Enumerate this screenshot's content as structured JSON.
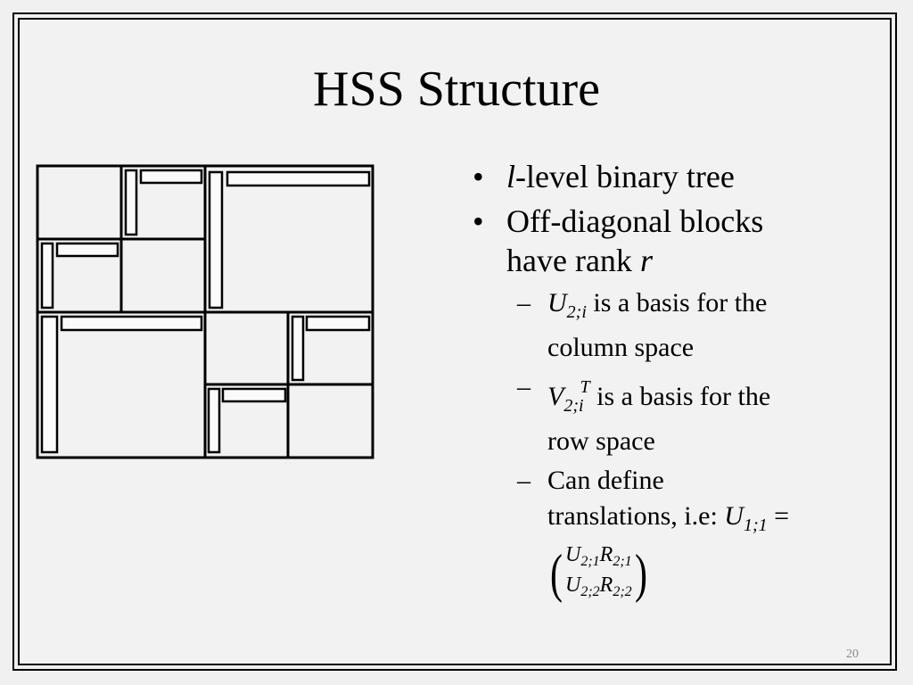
{
  "slide": {
    "title": "HSS Structure",
    "page_number": "20"
  },
  "bullets": {
    "b1": {
      "var": "l",
      "text": "-level binary tree"
    },
    "b2": {
      "line1": "Off-diagonal blocks",
      "line2_text": "have rank ",
      "line2_var": "r"
    },
    "s1": {
      "var": "U",
      "sub": "2;i",
      "text_a": " is a basis for the",
      "text_b": "column space"
    },
    "s2": {
      "var": "V",
      "sub": "2;i",
      "sup": "T",
      "text_a": "  is a basis for the",
      "text_b": "row space"
    },
    "s3": {
      "line1": "Can define",
      "line2_text": "translations, i.e: ",
      "line2_var": "U",
      "line2_sub": "1;1",
      "line2_eq": " =",
      "row1_a": "U",
      "row1_a_sub": "2;1",
      "row1_b": "R",
      "row1_b_sub": "2;1",
      "row2_a": "U",
      "row2_a_sub": "2;2",
      "row2_b": "R",
      "row2_b_sub": "2;2"
    }
  },
  "colors": {
    "background": "#f2f2f2",
    "stroke": "#000000"
  }
}
